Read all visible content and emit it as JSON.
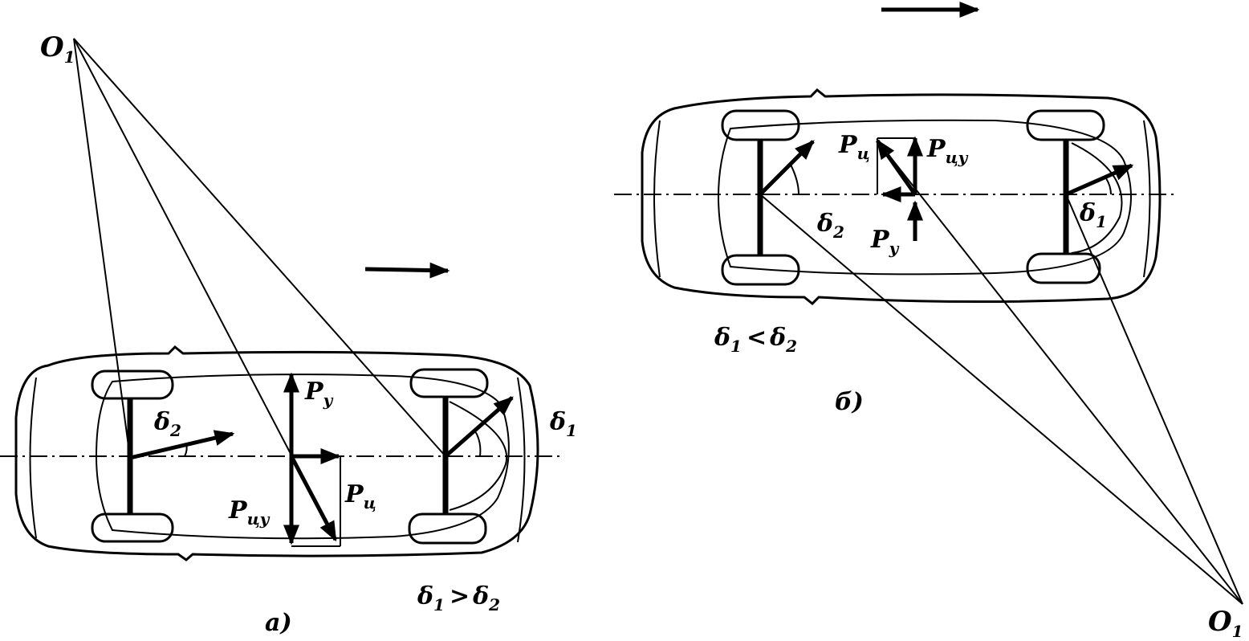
{
  "diagram_a": {
    "pole_base": "O",
    "pole_sub": "1",
    "delta_front_base": "δ",
    "delta_front_sub": "1",
    "delta_rear_base": "δ",
    "delta_rear_sub": "2",
    "force_y_base": "P",
    "force_y_sub": "y",
    "force_cy_base": "P",
    "force_cy_sub": "цy",
    "force_c_base": "P",
    "force_c_sub": "ц",
    "relation_d1": "δ",
    "relation_d1_sub": "1",
    "relation_op": ">",
    "relation_d2": "δ",
    "relation_d2_sub": "2",
    "caption": "a)"
  },
  "diagram_b": {
    "pole_base": "O",
    "pole_sub": "1",
    "delta_front_base": "δ",
    "delta_front_sub": "1",
    "delta_rear_base": "δ",
    "delta_rear_sub": "2",
    "force_y_base": "P",
    "force_y_sub": "y",
    "force_cy_base": "P",
    "force_cy_sub": "цy",
    "force_c_base": "P",
    "force_c_sub": "ц",
    "relation_d1": "δ",
    "relation_d1_sub": "1",
    "relation_op": "<",
    "relation_d2": "δ",
    "relation_d2_sub": "2",
    "caption": "б)"
  }
}
